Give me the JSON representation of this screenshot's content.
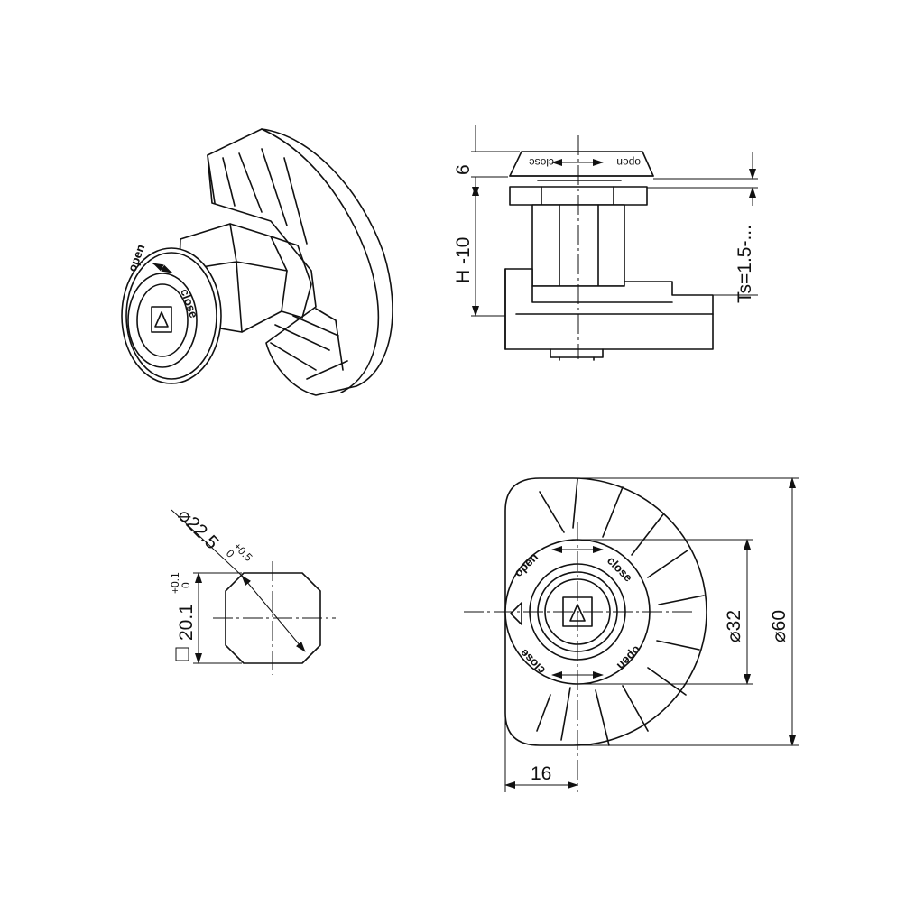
{
  "labels": {
    "open": "open",
    "close": "close"
  },
  "dimensions": {
    "top_height": "6",
    "h_minus": "H -10",
    "ts": "Ts=1.5-...",
    "diameter_key": "22.5",
    "diameter_key_tol_upper": "+0.5",
    "diameter_key_tol_lower": "0",
    "square_key": "20.1",
    "square_key_tol_upper": "+0.1",
    "square_key_tol_lower": "0",
    "diameter_inner": "32",
    "diameter_outer": "60",
    "width": "16"
  },
  "icons": [
    "diameter-symbol",
    "square-symbol",
    "triangle-mark",
    "double-arrow"
  ]
}
